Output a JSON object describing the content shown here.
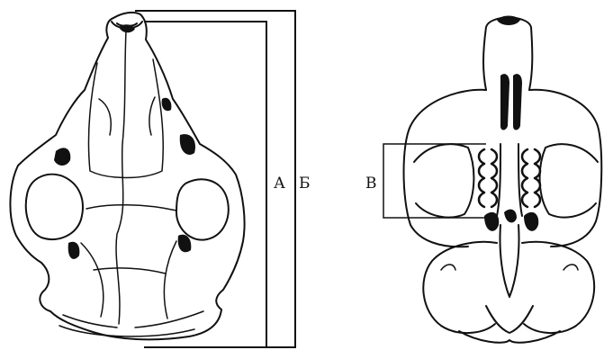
{
  "labels": {
    "a": "А",
    "b": "Б",
    "c": "В"
  }
}
